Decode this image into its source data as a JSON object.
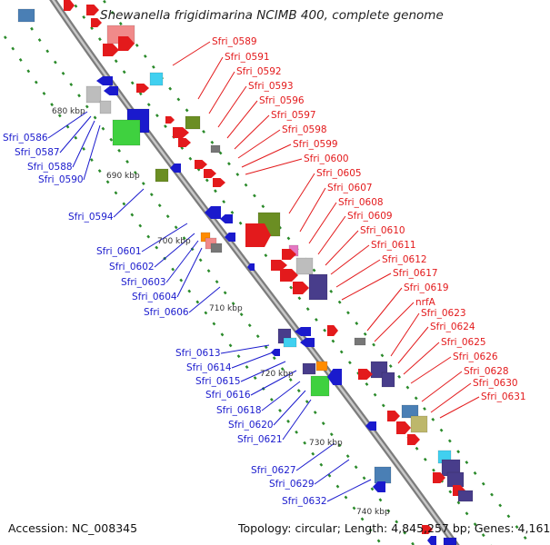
{
  "title": "Shewanella frigidimarina NCIMB 400, complete genome",
  "accession": "Accession: NC_008345",
  "topology": "Topology: circular; Length: 4,845,257 bp; Genes: 4,161",
  "colors": {
    "backbone": "#9a9a9a",
    "tick": "#2a8a2a",
    "forward_label": "#e31a1c",
    "reverse_label": "#1a1acd"
  },
  "scale_labels": [
    "680 kbp",
    "690 kbp",
    "700 kbp",
    "710 kbp",
    "720 kbp",
    "730 kbp",
    "740 kbp"
  ],
  "right_labels": [
    "Sfri_0589",
    "Sfri_0591",
    "Sfri_0592",
    "Sfri_0593",
    "Sfri_0596",
    "Sfri_0597",
    "Sfri_0598",
    "Sfri_0599",
    "Sfri_0600",
    "Sfri_0605",
    "Sfri_0607",
    "Sfri_0608",
    "Sfri_0609",
    "Sfri_0610",
    "Sfri_0611",
    "Sfri_0612",
    "Sfri_0617",
    "Sfri_0619",
    "nrfA",
    "Sfri_0623",
    "Sfri_0624",
    "Sfri_0625",
    "Sfri_0626",
    "Sfri_0628",
    "Sfri_0630",
    "Sfri_0631"
  ],
  "left_labels": [
    "Sfri_0586",
    "Sfri_0587",
    "Sfri_0588",
    "Sfri_0590",
    "Sfri_0594",
    "Sfri_0601",
    "Sfri_0602",
    "Sfri_0603",
    "Sfri_0604",
    "Sfri_0606",
    "Sfri_0613",
    "Sfri_0614",
    "Sfri_0615",
    "Sfri_0616",
    "Sfri_0618",
    "Sfri_0620",
    "Sfri_0621",
    "Sfri_0627",
    "Sfri_0629",
    "Sfri_0632"
  ]
}
